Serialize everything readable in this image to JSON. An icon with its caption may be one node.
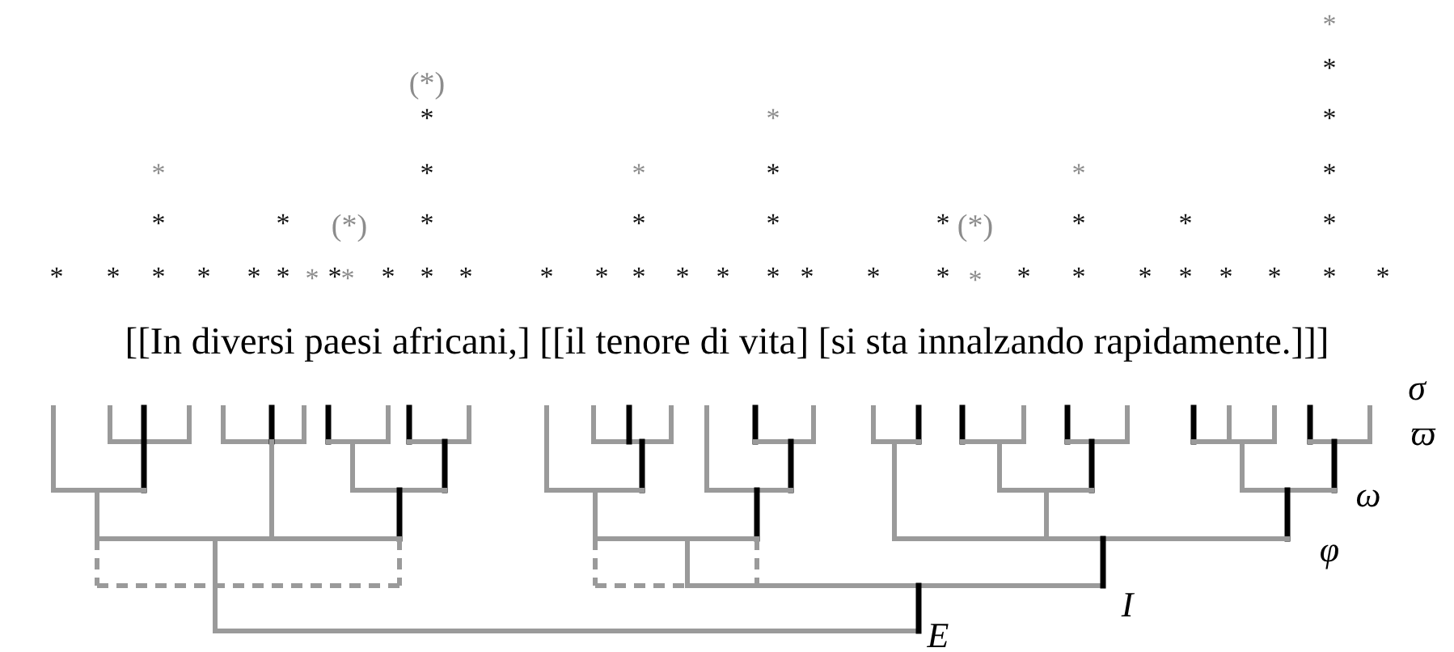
{
  "diagram": {
    "labels": [
      "*",
      "*",
      "(*)",
      "*",
      "*",
      "*",
      "*",
      "*",
      "*",
      "*",
      "*",
      "*",
      "*",
      "*",
      "(*)",
      "*",
      "*",
      "*",
      "*",
      "(*)",
      "*",
      "*",
      "*",
      "*",
      "*",
      "*",
      "*",
      "*",
      "*",
      "*",
      "*",
      "*",
      "*",
      "*",
      "*",
      "*",
      "*",
      "*",
      "*",
      "*",
      "*",
      "*",
      "*",
      "*",
      "*",
      "*",
      "*",
      "*",
      "*",
      "*",
      "*",
      "*",
      "*",
      "[[In diversi paesi africani,] [[il tenore di vita] [si sta innalzando rapidamente.]]]",
      "σ",
      "ϖ",
      "ω",
      "φ",
      "I",
      "E"
    ]
  }
}
